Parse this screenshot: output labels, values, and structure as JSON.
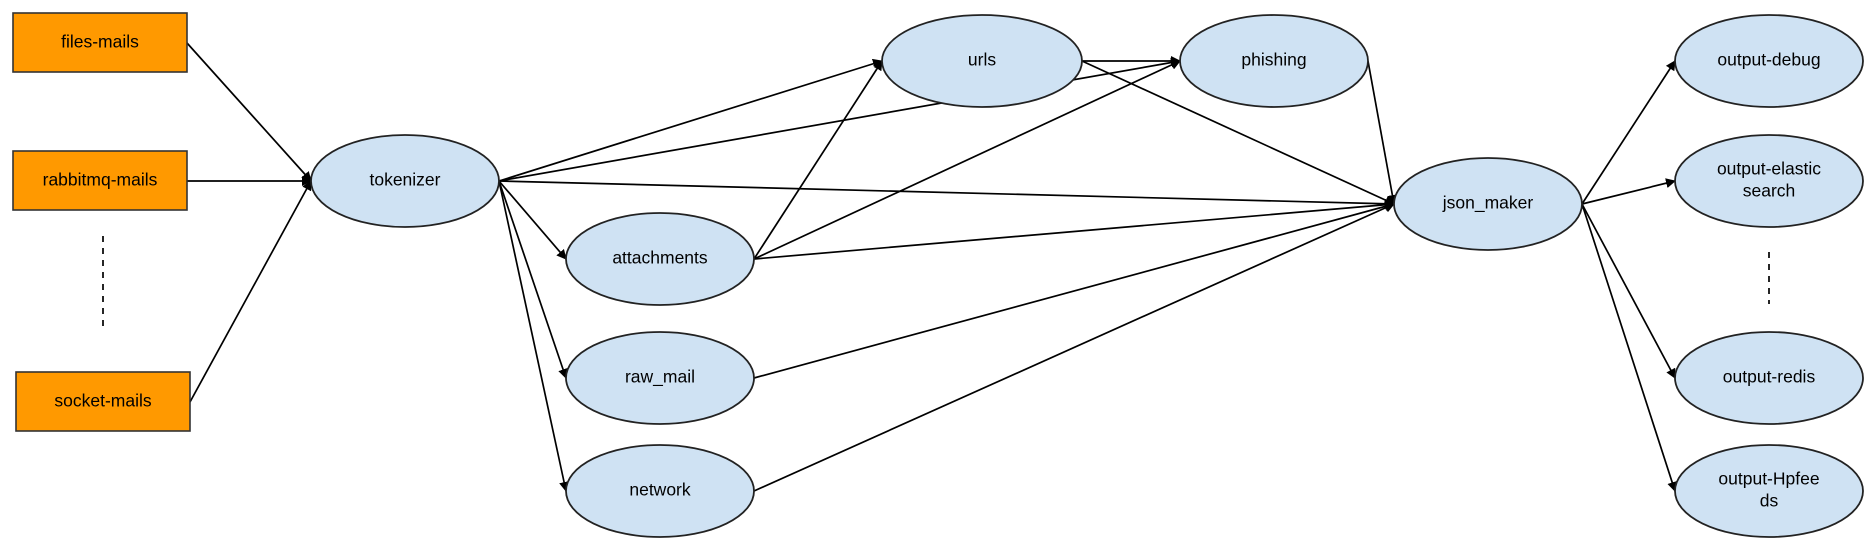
{
  "diagram": {
    "colors": {
      "source_fill": "#ff9900",
      "process_fill": "#cfe2f3",
      "stroke": "#000000",
      "background": "#ffffff"
    },
    "sources": [
      {
        "id": "files-mails",
        "label": "files-mails"
      },
      {
        "id": "rabbitmq-mails",
        "label": "rabbitmq-mails"
      },
      {
        "id": "socket-mails",
        "label": "socket-mails"
      }
    ],
    "processors": [
      {
        "id": "tokenizer",
        "label": "tokenizer"
      },
      {
        "id": "urls",
        "label": "urls"
      },
      {
        "id": "phishing",
        "label": "phishing"
      },
      {
        "id": "attachments",
        "label": "attachments"
      },
      {
        "id": "raw_mail",
        "label": "raw_mail"
      },
      {
        "id": "network",
        "label": "network"
      },
      {
        "id": "json_maker",
        "label": "json_maker"
      }
    ],
    "outputs": [
      {
        "id": "output-debug",
        "lines": [
          "output-debug"
        ]
      },
      {
        "id": "output-elasticsearch",
        "lines": [
          "output-elastic",
          "search"
        ]
      },
      {
        "id": "output-redis",
        "lines": [
          "output-redis"
        ]
      },
      {
        "id": "output-hpfeeds",
        "lines": [
          "output-Hpfee",
          "ds"
        ]
      }
    ],
    "edges": [
      [
        "files-mails",
        "tokenizer"
      ],
      [
        "rabbitmq-mails",
        "tokenizer"
      ],
      [
        "socket-mails",
        "tokenizer"
      ],
      [
        "tokenizer",
        "urls"
      ],
      [
        "tokenizer",
        "phishing"
      ],
      [
        "tokenizer",
        "attachments"
      ],
      [
        "tokenizer",
        "raw_mail"
      ],
      [
        "tokenizer",
        "network"
      ],
      [
        "tokenizer",
        "json_maker"
      ],
      [
        "urls",
        "phishing"
      ],
      [
        "urls",
        "json_maker"
      ],
      [
        "attachments",
        "urls"
      ],
      [
        "attachments",
        "phishing"
      ],
      [
        "attachments",
        "json_maker"
      ],
      [
        "phishing",
        "json_maker"
      ],
      [
        "raw_mail",
        "json_maker"
      ],
      [
        "network",
        "json_maker"
      ],
      [
        "json_maker",
        "output-debug"
      ],
      [
        "json_maker",
        "output-elasticsearch"
      ],
      [
        "json_maker",
        "output-redis"
      ],
      [
        "json_maker",
        "output-hpfeeds"
      ]
    ]
  }
}
